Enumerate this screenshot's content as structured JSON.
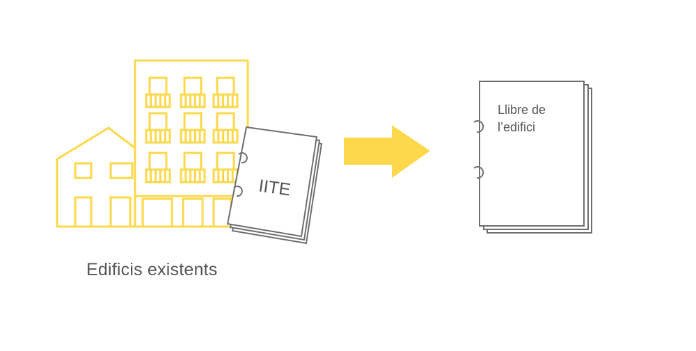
{
  "labels": {
    "iite": "IITE",
    "book_line1": "Llibre de",
    "book_line2": "l’edifici",
    "existing": "Edificis existents"
  },
  "colors": {
    "building": "#fdd84a",
    "arrow": "#fdd84a",
    "document_stroke": "#6e6e6e",
    "text": "#555555"
  },
  "icons": {
    "building": "building-icon",
    "house": "house-icon",
    "document": "document-icon",
    "arrow": "arrow-right-icon",
    "book": "book-icon"
  }
}
